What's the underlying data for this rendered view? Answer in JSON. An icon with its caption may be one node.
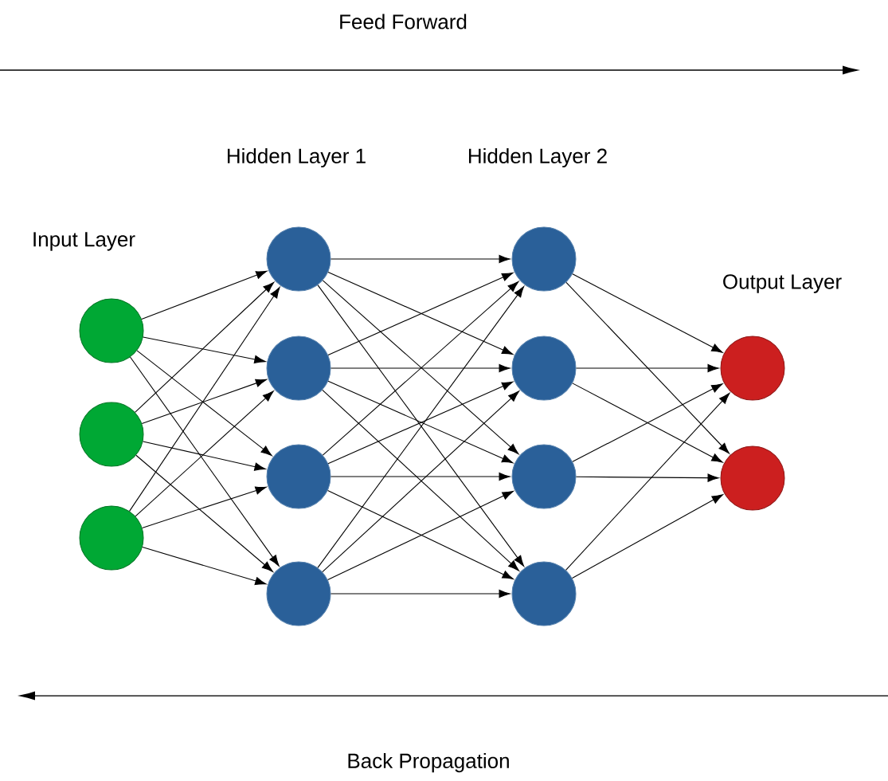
{
  "diagram": {
    "nodes": [
      {
        "text": [],
        "shape": "circle"
      },
      {
        "text": [],
        "shape": "circle"
      },
      {
        "text": [],
        "shape": "circle"
      },
      {
        "text": [],
        "shape": "circle"
      },
      {
        "text": [],
        "shape": "circle"
      },
      {
        "text": [],
        "shape": "circle"
      },
      {
        "text": [],
        "shape": "circle"
      },
      {
        "text": [],
        "shape": "circle"
      },
      {
        "text": [],
        "shape": "circle"
      },
      {
        "text": [],
        "shape": "circle"
      },
      {
        "text": [],
        "shape": "circle"
      },
      {
        "text": [],
        "shape": "circle"
      },
      {
        "text": [],
        "shape": "circle"
      }
    ],
    "edges": [
      {
        "from": 0,
        "to": 3,
        "arrow": "to"
      },
      {
        "from": 0,
        "to": 4,
        "arrow": "to"
      },
      {
        "from": 0,
        "to": 5,
        "arrow": "to"
      },
      {
        "from": 0,
        "to": 6,
        "arrow": "to"
      },
      {
        "from": 1,
        "to": 3,
        "arrow": "to"
      },
      {
        "from": 1,
        "to": 4,
        "arrow": "to"
      },
      {
        "from": 1,
        "to": 5,
        "arrow": "to"
      },
      {
        "from": 1,
        "to": 6,
        "arrow": "to"
      },
      {
        "from": 2,
        "to": 3,
        "arrow": "to"
      },
      {
        "from": 2,
        "to": 4,
        "arrow": "to"
      },
      {
        "from": 2,
        "to": 5,
        "arrow": "to"
      },
      {
        "from": 2,
        "to": 6,
        "arrow": "to"
      },
      {
        "from": 3,
        "to": 7,
        "arrow": "to"
      },
      {
        "from": 3,
        "to": 8,
        "arrow": "to"
      },
      {
        "from": 3,
        "to": 9,
        "arrow": "to"
      },
      {
        "from": 3,
        "to": 10,
        "arrow": "to"
      },
      {
        "from": 4,
        "to": 7,
        "arrow": "to"
      },
      {
        "from": 4,
        "to": 8,
        "arrow": "to"
      },
      {
        "from": 4,
        "to": 9,
        "arrow": "to"
      },
      {
        "from": 4,
        "to": 10,
        "arrow": "to"
      },
      {
        "from": 5,
        "to": 7,
        "arrow": "to"
      },
      {
        "from": 5,
        "to": 8,
        "arrow": "to"
      },
      {
        "from": 5,
        "to": 9,
        "arrow": "to"
      },
      {
        "from": 5,
        "to": 10,
        "arrow": "to"
      },
      {
        "from": 6,
        "to": 7,
        "arrow": "to"
      },
      {
        "from": 6,
        "to": 8,
        "arrow": "to"
      },
      {
        "from": 6,
        "to": 9,
        "arrow": "to"
      },
      {
        "from": 6,
        "to": 10,
        "arrow": "to"
      },
      {
        "from": 7,
        "to": 11,
        "arrow": "to"
      },
      {
        "from": 7,
        "to": 12,
        "arrow": "to"
      },
      {
        "from": 8,
        "to": 11,
        "arrow": "to"
      },
      {
        "from": 8,
        "to": 12,
        "arrow": "to"
      },
      {
        "from": 9,
        "to": 11,
        "arrow": "to"
      },
      {
        "from": 9,
        "to": 12,
        "arrow": "to"
      },
      {
        "from": 10,
        "to": 11,
        "arrow": "to"
      },
      {
        "from": 10,
        "to": 12,
        "arrow": "to"
      }
    ],
    "labels": [
      "Feed Forward",
      "Hidden Layer 1",
      "Hidden Layer 2",
      "Input Layer",
      "Output Layer",
      "Back Propagation"
    ]
  }
}
